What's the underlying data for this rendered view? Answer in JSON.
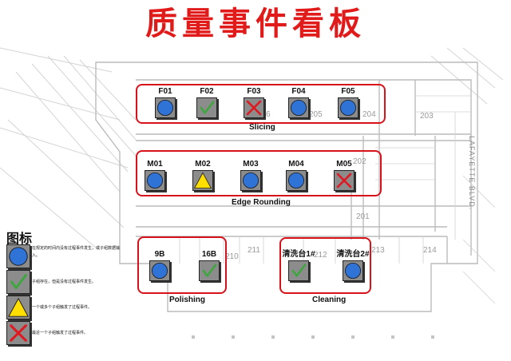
{
  "title": "质量事件看板",
  "street_name": "LAFAYETTE BLVD.",
  "room_numbers": [
    "206",
    "205",
    "204",
    "203",
    "202",
    "201",
    "211",
    "210",
    "212",
    "213",
    "214"
  ],
  "colors": {
    "title": "#e11a1a",
    "group_border": "#d8121b",
    "blue": "#2f73d6",
    "green_check": "#3da63d",
    "yellow": "#ffde00",
    "red_x": "#e0181f",
    "tile_gray": "#8c8c8c"
  },
  "groups": [
    {
      "label": "Slicing",
      "stations": [
        {
          "label": "F01",
          "status": "blue-circle"
        },
        {
          "label": "F02",
          "status": "green-check"
        },
        {
          "label": "F03",
          "status": "red-x"
        },
        {
          "label": "F04",
          "status": "blue-circle"
        },
        {
          "label": "F05",
          "status": "blue-circle"
        }
      ]
    },
    {
      "label": "Edge Rounding",
      "stations": [
        {
          "label": "M01",
          "status": "blue-circle"
        },
        {
          "label": "M02",
          "status": "yellow-triangle"
        },
        {
          "label": "M03",
          "status": "blue-circle"
        },
        {
          "label": "M04",
          "status": "blue-circle"
        },
        {
          "label": "M05",
          "status": "red-x"
        }
      ]
    },
    {
      "label": "Polishing",
      "stations": [
        {
          "label": "9B",
          "status": "blue-circle"
        },
        {
          "label": "16B",
          "status": "green-check"
        }
      ]
    },
    {
      "label": "Cleaning",
      "stations": [
        {
          "label": "清洗台1#",
          "status": "green-check"
        },
        {
          "label": "清洗台2#",
          "status": "blue-circle"
        }
      ]
    }
  ],
  "legend": {
    "title": "图标",
    "items": [
      {
        "status": "blue-circle",
        "text": "在规定的时间内没有过程事件发生，或子组数据输入。"
      },
      {
        "status": "green-check",
        "text": "子组存在，但是没有过程事件发生。"
      },
      {
        "status": "yellow-triangle",
        "text": "一个或多个子组触发了过程事件。"
      },
      {
        "status": "red-x",
        "text": "最近一个子组触发了过程事件。"
      }
    ]
  }
}
